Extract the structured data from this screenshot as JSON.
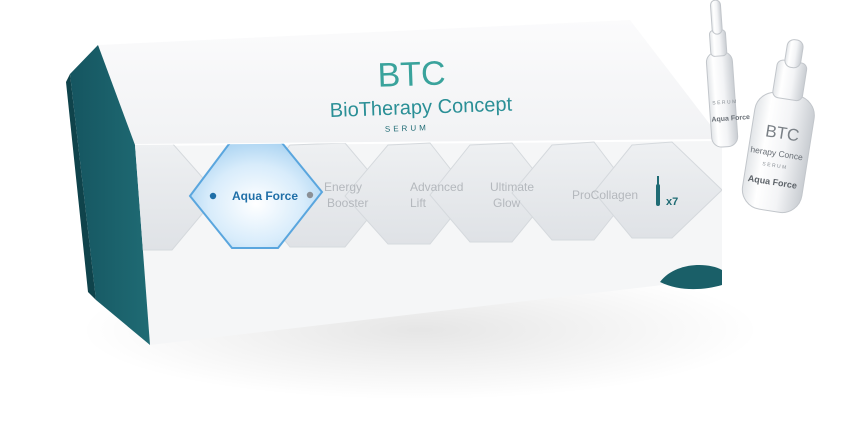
{
  "brand": {
    "logo_text": "BTC",
    "name": "BioTherapy Concept",
    "subtitle": "SERUM"
  },
  "hexagons": [
    {
      "line1": "",
      "line2": ""
    },
    {
      "line1": "Aqua Force",
      "line2": "",
      "highlighted": true
    },
    {
      "line1": "Energy",
      "line2": "Booster"
    },
    {
      "line1": "Advanced",
      "line2": "Lift"
    },
    {
      "line1": "Ultimate",
      "line2": "Glow"
    },
    {
      "line1": "ProCollagen",
      "line2": ""
    },
    {
      "line1": "x7",
      "line2": "",
      "icon": "ampoule-icon"
    }
  ],
  "ampoule_front": {
    "logo_text": "BTC",
    "name": "herapy Conce",
    "subtitle": "SERUM",
    "variant": "Aqua Force"
  },
  "ampoule_back": {
    "name": "SERUM",
    "variant": "Aqua Force"
  },
  "colors": {
    "teal": "#1f6b74",
    "teal_dark": "#134c55",
    "accent_blue": "#1f6fa8",
    "hex_grey": "#e7e9ec",
    "text_grey": "#b4b8bd"
  }
}
